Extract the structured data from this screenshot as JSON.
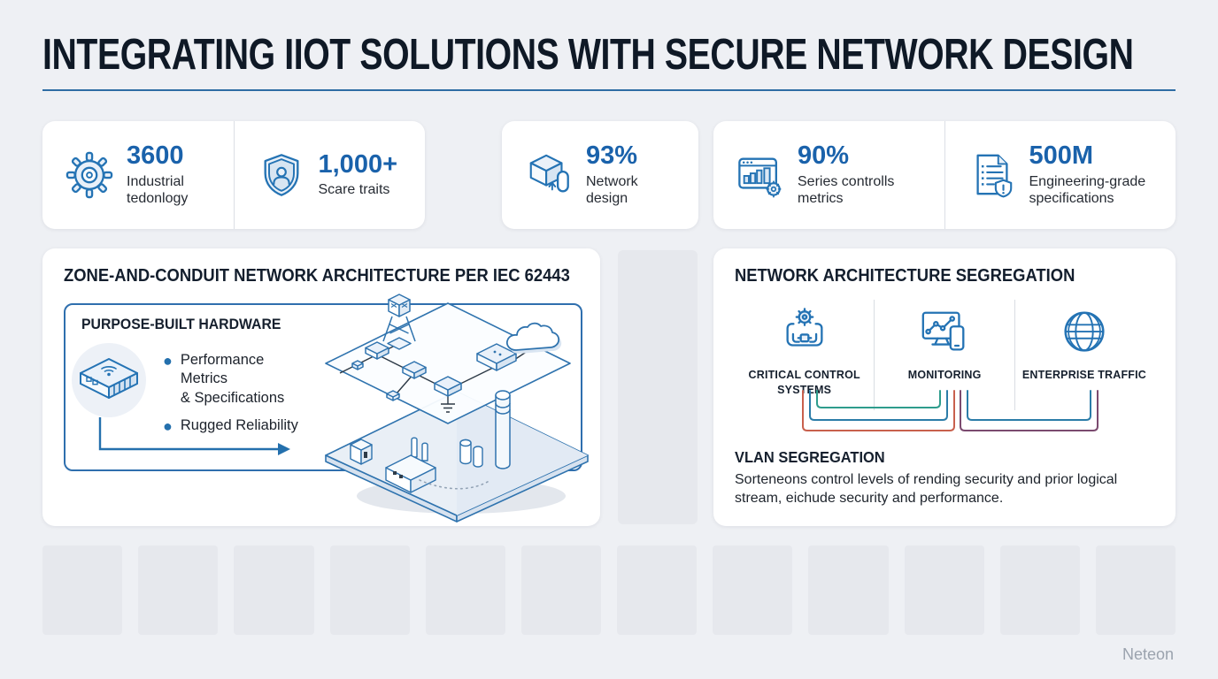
{
  "header": {
    "title": "INTEGRATING IIOT SOLUTIONS WITH SECURE NETWORK DESIGN"
  },
  "stats": [
    {
      "icon": "gear-icon",
      "value": "3600",
      "label": "Industrial tedonlogy"
    },
    {
      "icon": "shield-user-icon",
      "value": "1,000+",
      "label": "Scare traits"
    },
    {
      "icon": "cube-icon",
      "value": "93%",
      "label": "Network design"
    },
    {
      "icon": "dashboard-gear-icon",
      "value": "90%",
      "label": "Series controlls metrics"
    },
    {
      "icon": "document-shield-icon",
      "value": "500M",
      "label": "Engineering-grade specifications"
    }
  ],
  "left_panel": {
    "heading": "ZONE-AND-CONDUIT NETWORK ARCHITECTURE PER IEC 62443",
    "hw_box": {
      "heading": "PURPOSE-BUILT HARDWARE",
      "bullets": [
        "Performance\nMetrics\n& Specifications",
        "Rugged Reliability"
      ]
    }
  },
  "right_panel": {
    "heading": "NETWORK ARCHITECTURE SEGREGATION",
    "columns": [
      {
        "icon": "control-systems-icon",
        "label": "CRITICAL CONTROL SYSTEMS"
      },
      {
        "icon": "monitoring-icon",
        "label": "MONITORING"
      },
      {
        "icon": "globe-icon",
        "label": "ENTERPRISE TRAFFIC"
      }
    ],
    "bracket_colors": {
      "teal": "#2e9c8c",
      "blue": "#2b7ca8",
      "red": "#c8604d",
      "purple": "#7b4a6f"
    },
    "vlan": {
      "heading": "VLAN SEGREGATION",
      "body": "Sorteneons control levels of rending security and prior logical stream, eichude security and performance."
    }
  },
  "footer": {
    "brand": "Neteon"
  },
  "colors": {
    "accent_blue": "#1a62ab",
    "icon_stroke": "#2473b4",
    "title_underline": "#2e6da4",
    "background": "#eef0f4"
  }
}
